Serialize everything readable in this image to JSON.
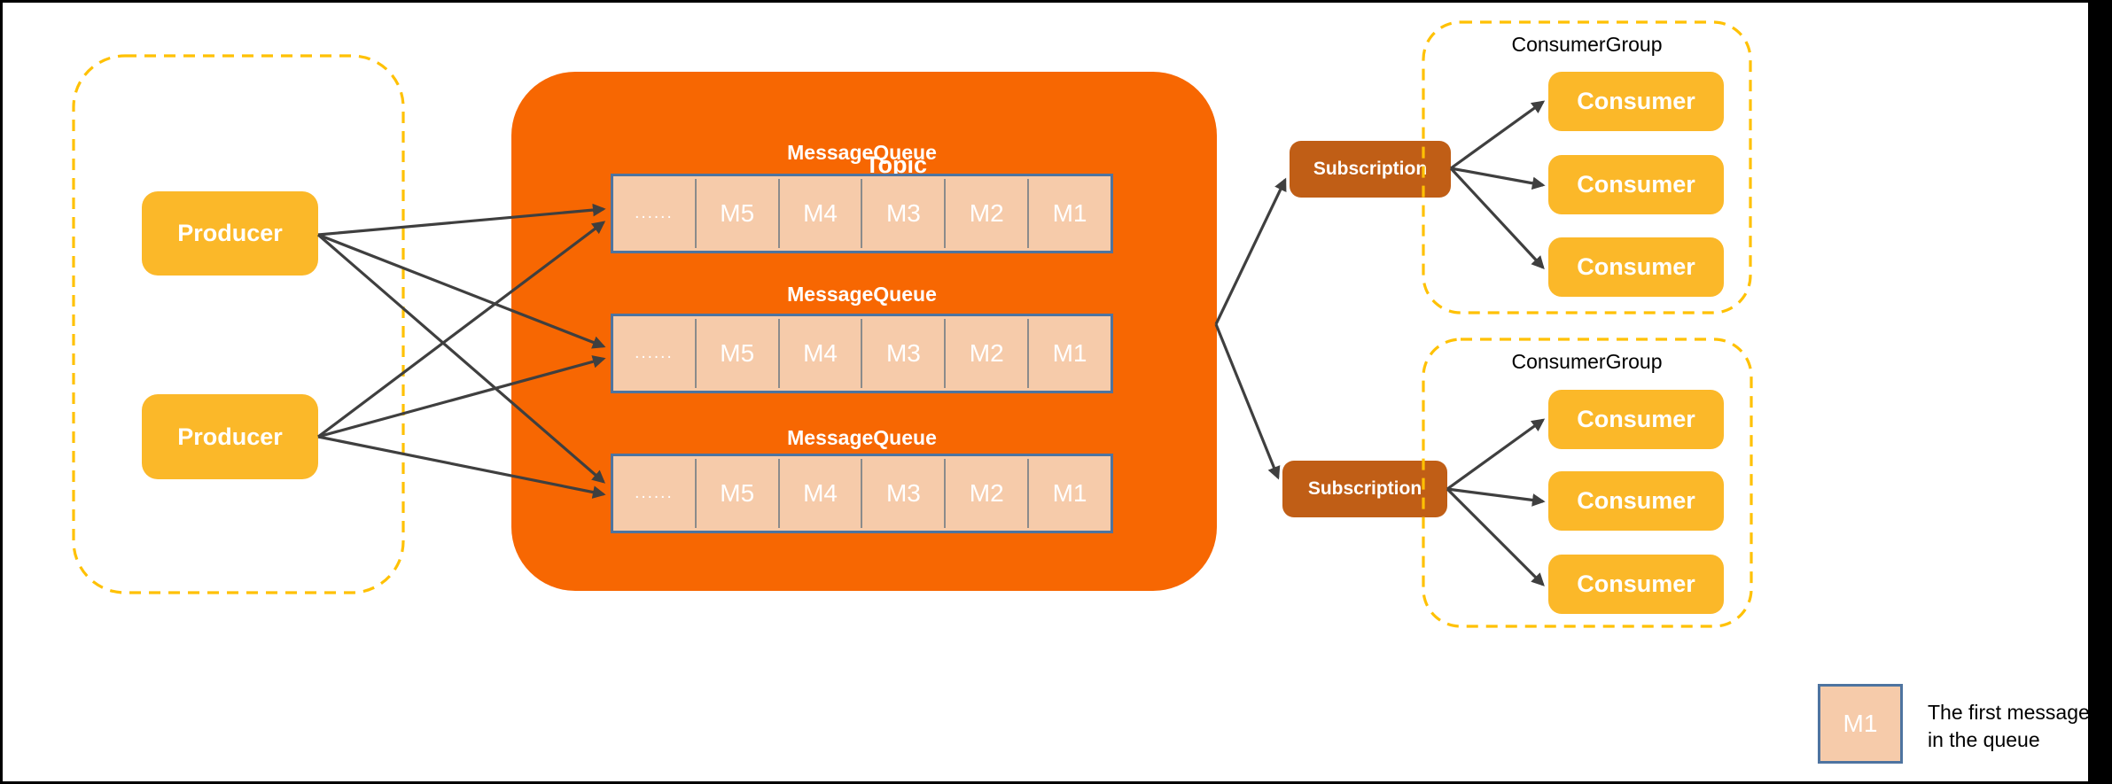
{
  "producers": [
    "Producer",
    "Producer"
  ],
  "topic": {
    "title": "Topic",
    "queues": [
      {
        "label": "MessageQueue",
        "cells": [
          "......",
          "M5",
          "M4",
          "M3",
          "M2",
          "M1"
        ]
      },
      {
        "label": "MessageQueue",
        "cells": [
          "......",
          "M5",
          "M4",
          "M3",
          "M2",
          "M1"
        ]
      },
      {
        "label": "MessageQueue",
        "cells": [
          "......",
          "M5",
          "M4",
          "M3",
          "M2",
          "M1"
        ]
      }
    ]
  },
  "subscriptions": [
    "Subscription",
    "Subscription"
  ],
  "consumer_groups": [
    {
      "label": "ConsumerGroup",
      "consumers": [
        "Consumer",
        "Consumer",
        "Consumer"
      ]
    },
    {
      "label": "ConsumerGroup",
      "consumers": [
        "Consumer",
        "Consumer",
        "Consumer"
      ]
    }
  ],
  "legend": {
    "sample_cell": "M1",
    "caption_line1": "The first message",
    "caption_line2": "in the queue"
  },
  "colors": {
    "topic_fill": "#F76702",
    "producer_consumer_fill": "#FBB829",
    "subscription_fill": "#C05E16",
    "queue_cell_fill": "#F6CBAA",
    "queue_cell_border": "#4E74A0",
    "queue_cell_divider": "#8B8B8B",
    "dashed_group_border": "#FFC103",
    "arrow": "#3F3F3F",
    "frame": "#000000"
  }
}
